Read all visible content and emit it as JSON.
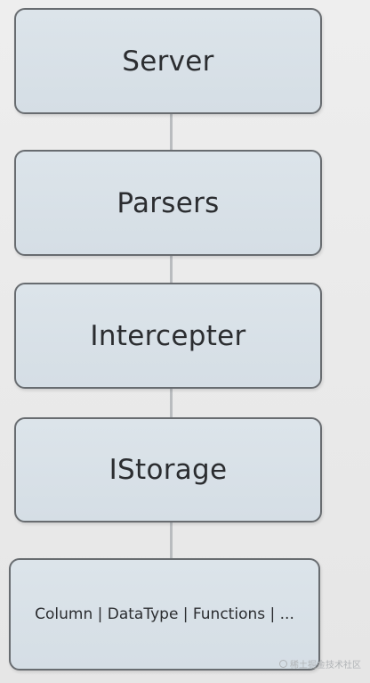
{
  "layers": [
    {
      "label": "Server"
    },
    {
      "label": "Parsers"
    },
    {
      "label": "Intercepter"
    },
    {
      "label": "IStorage"
    },
    {
      "label": "Column | DataType | Functions | ..."
    }
  ],
  "watermark": {
    "text": "稀土掘金技术社区",
    "icon": "at-circle-icon"
  },
  "colors": {
    "box_fill": "#d9e2e8",
    "box_border": "#686c70",
    "connector": "#b9bcbf",
    "background": "#ececec",
    "text": "#2b2d30"
  }
}
